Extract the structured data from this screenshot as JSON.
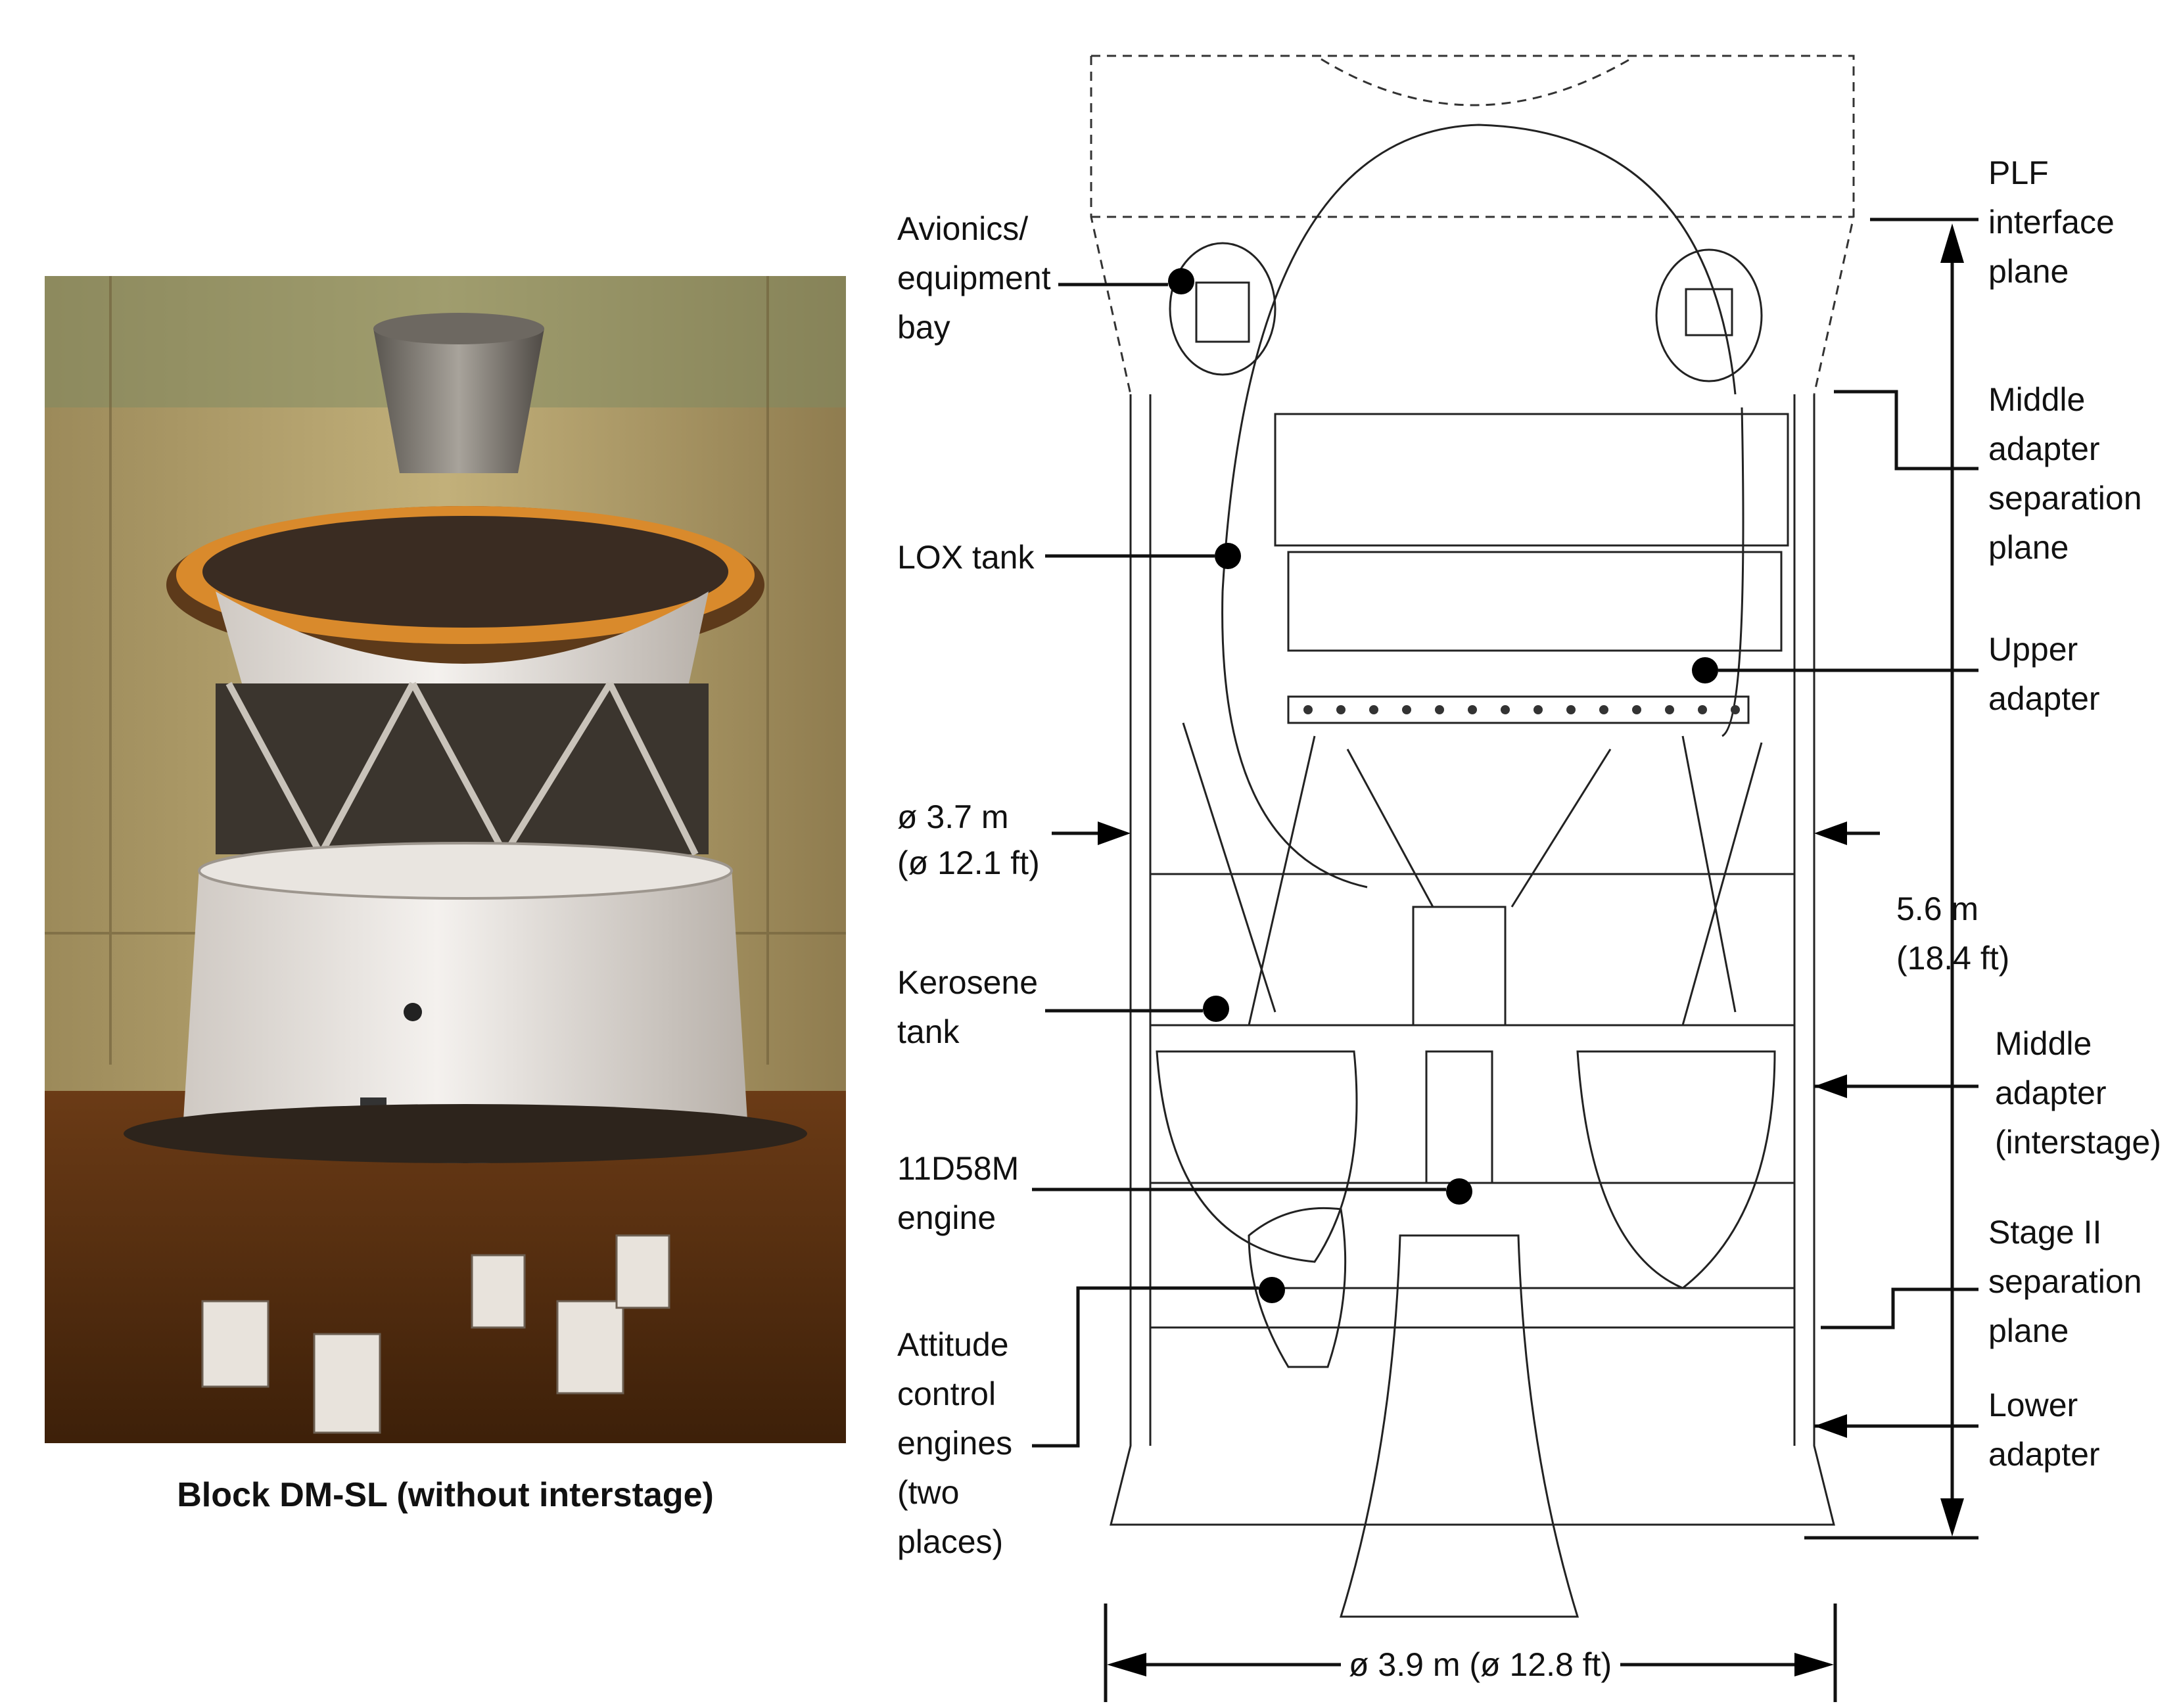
{
  "photo": {
    "caption": "Block DM-SL (without interstage)"
  },
  "diagram": {
    "labels": {
      "avionics": [
        "Avionics/",
        "equipment",
        "bay"
      ],
      "lox_tank": [
        "LOX tank"
      ],
      "diameter_inner": [
        "ø 3.7 m",
        "(ø 12.1 ft)"
      ],
      "kerosene": [
        "Kerosene",
        "tank"
      ],
      "engine": [
        "11D58M",
        "engine"
      ],
      "attitude": [
        "Attitude",
        "control",
        "engines",
        "(two",
        "places)"
      ],
      "plf": [
        "PLF",
        "interface",
        "plane"
      ],
      "middle_sep": [
        "Middle",
        "adapter",
        "separation",
        "plane"
      ],
      "upper_adapter": [
        "Upper",
        "adapter"
      ],
      "height": [
        "5.6 m",
        "(18.4 ft)"
      ],
      "middle_adapter": [
        "Middle",
        "adapter",
        "(interstage)"
      ],
      "stage2_sep": [
        "Stage II",
        "separation",
        "plane"
      ],
      "lower_adapter": [
        "Lower",
        "adapter"
      ],
      "diameter_outer": [
        "ø 3.9 m (ø 12.8 ft)"
      ]
    }
  }
}
